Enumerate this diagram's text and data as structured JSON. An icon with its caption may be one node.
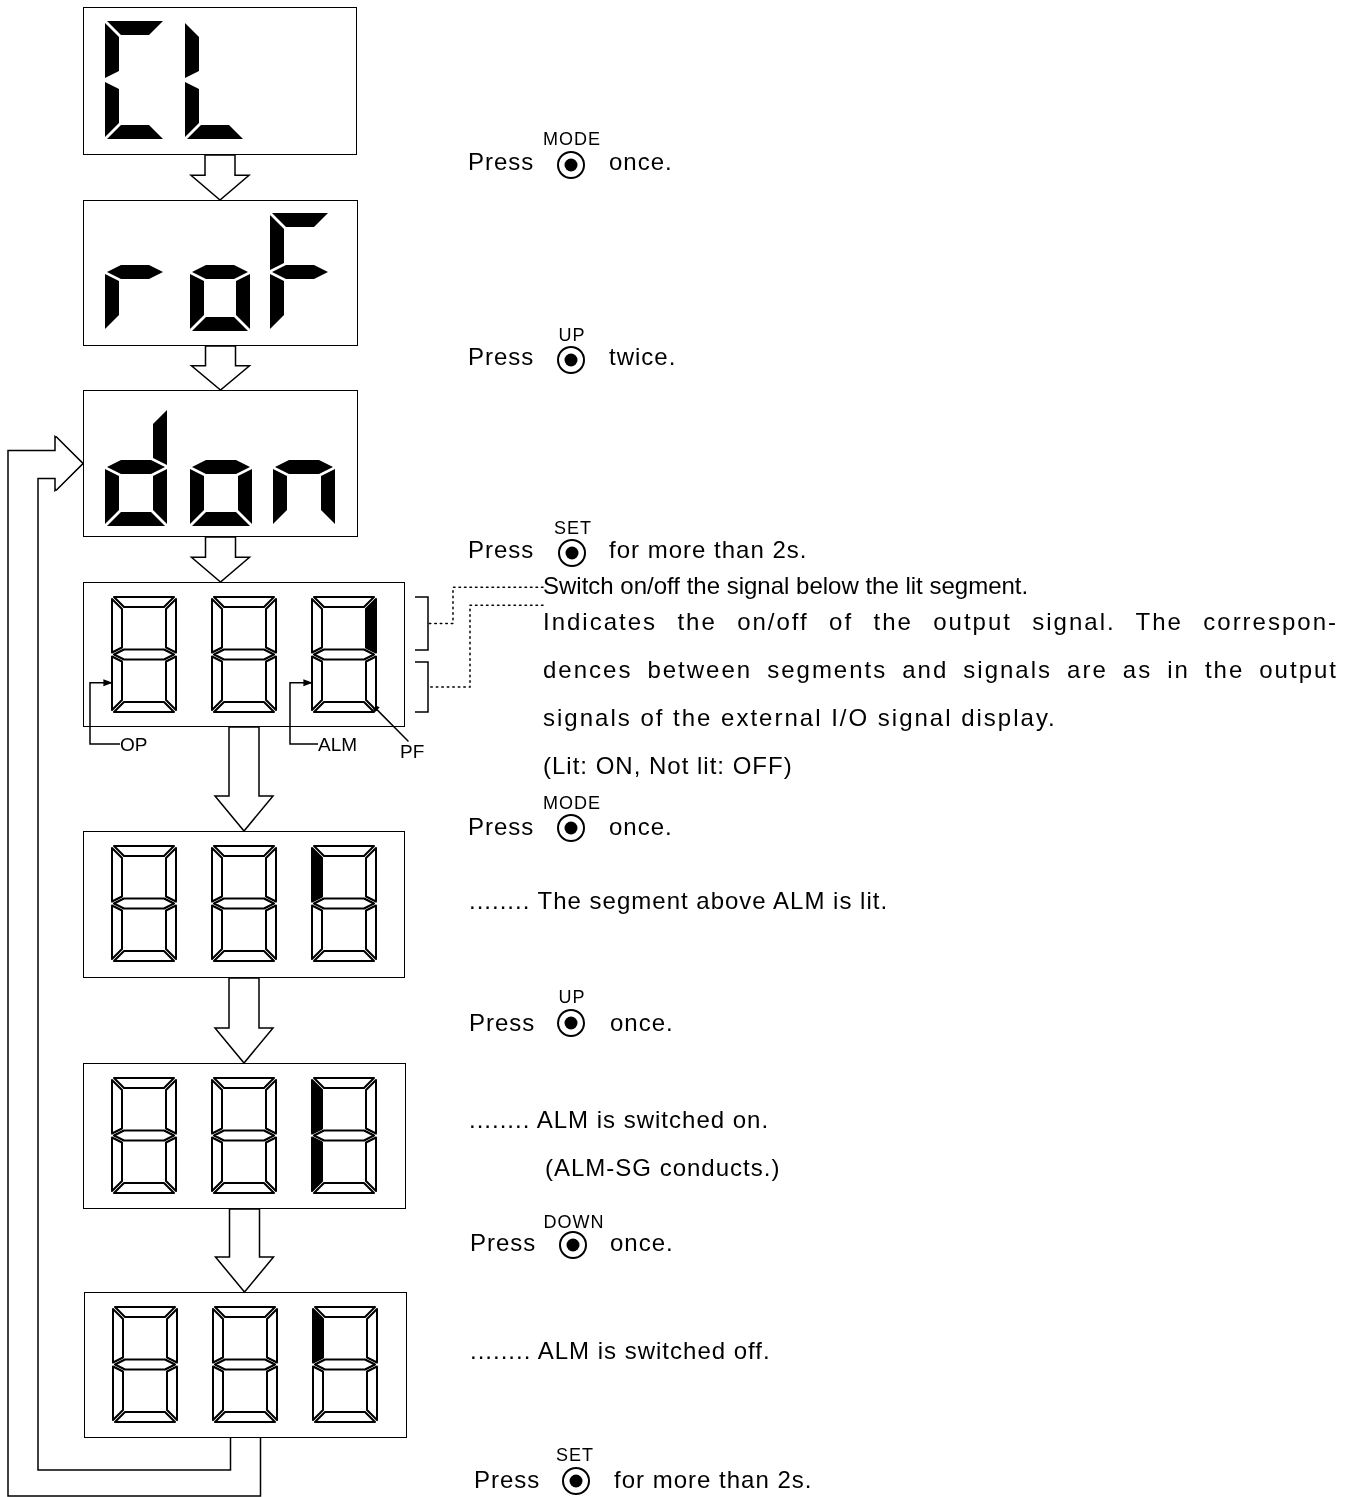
{
  "diagram": {
    "nodes": [
      {
        "text": [],
        "shape": "box"
      },
      {
        "text": [],
        "shape": "box"
      },
      {
        "text": [],
        "shape": "box"
      },
      {
        "text": [],
        "shape": "box"
      },
      {
        "text": [],
        "shape": "bar",
        "in": 3
      },
      {
        "text": [],
        "shape": "bar",
        "in": 3
      },
      {
        "text": [],
        "shape": "bar",
        "in": 3
      },
      {
        "text": [],
        "shape": "bracket"
      },
      {
        "text": [],
        "shape": "bracket"
      },
      {
        "text": [
          "Switch on/off the signal below the lit segment."
        ]
      },
      {
        "text": [
          "Indicates the on/off of the output signal. The correspon- dences between segments and signals are as in the output signals of the external I/O signal display."
        ]
      },
      {
        "text": [
          "OP"
        ]
      },
      {
        "text": [
          "ALM"
        ]
      },
      {
        "text": [
          "PF"
        ]
      },
      {
        "text": [],
        "shape": "box"
      },
      {
        "text": [],
        "shape": "box"
      },
      {
        "text": [],
        "shape": "box"
      }
    ],
    "edges": [
      {
        "from": 0,
        "to": 1,
        "arrow": "to"
      },
      {
        "from": 1,
        "to": 2,
        "arrow": "to"
      },
      {
        "from": 2,
        "to": 3,
        "arrow": "to"
      },
      {
        "from": 3,
        "to": 14,
        "arrow": "to"
      },
      {
        "from": 14,
        "to": 15,
        "arrow": "to"
      },
      {
        "from": 15,
        "to": 16,
        "arrow": "to"
      },
      {
        "from": 16,
        "to": 2,
        "arrow": "to"
      },
      {
        "from": 9,
        "to": 7,
        "arrow": "none",
        "style": "dashed"
      },
      {
        "from": 10,
        "to": 8,
        "arrow": "none",
        "style": "dashed"
      },
      {
        "from": 11,
        "to": 4,
        "arrow": "to"
      },
      {
        "from": 12,
        "to": 5,
        "arrow": "to"
      },
      {
        "from": 13,
        "to": 6,
        "arrow": "to"
      }
    ],
    "labels": [
      "Press",
      "MODE",
      "once.",
      "Press",
      "UP",
      "twice.",
      "Press",
      "SET",
      "for more than 2s.",
      "(Lit: ON, Not lit: OFF)",
      "Press",
      "MODE",
      "once.",
      "........ The segment above ALM is lit.",
      "Press",
      "UP",
      "once.",
      "........ ALM is switched on.",
      "(ALM-SG conducts.)",
      "Press",
      "DOWN",
      "once.",
      "........ ALM is switched off.",
      "Press",
      "SET",
      "for more than 2s."
    ]
  }
}
